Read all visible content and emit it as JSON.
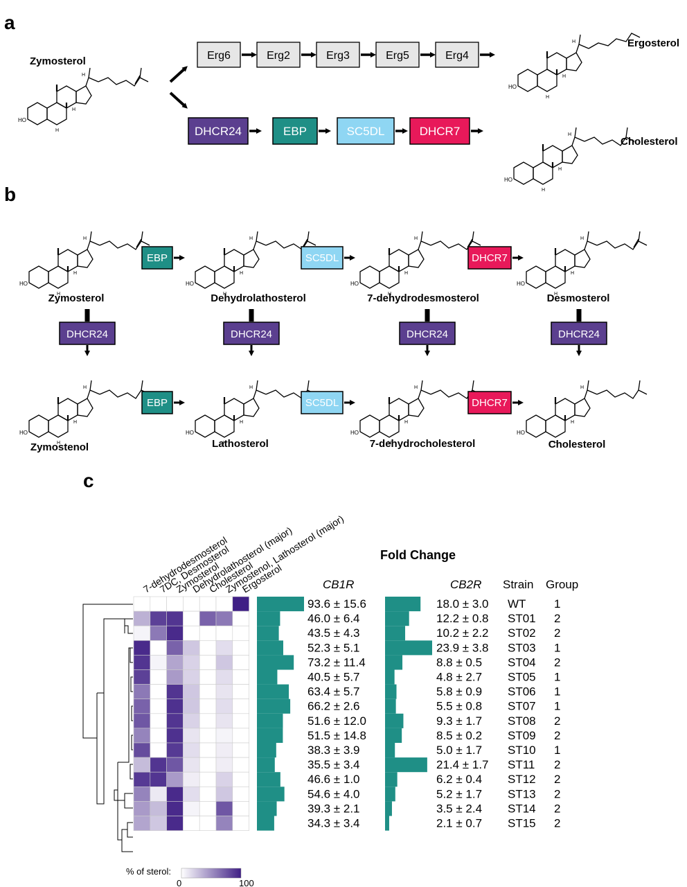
{
  "panel_a": {
    "letter": "a",
    "start": "Zymosterol",
    "yeast_enzymes": [
      "Erg6",
      "Erg2",
      "Erg3",
      "Erg5",
      "Erg4"
    ],
    "yeast_product": "Ergosterol",
    "human_enzymes": [
      "DHCR24",
      "EBP",
      "SC5DL",
      "DHCR7"
    ],
    "human_product": "Cholesterol"
  },
  "panel_b": {
    "letter": "b",
    "top_row": [
      "Zymosterol",
      "Dehydrolathosterol",
      "7-dehydrodesmosterol",
      "Desmosterol"
    ],
    "bottom_row": [
      "Zymostenol",
      "Lathosterol",
      "7-dehydrocholesterol",
      "Cholesterol"
    ],
    "row_enzymes": [
      "EBP",
      "SC5DL",
      "DHCR7"
    ],
    "column_enzyme": "DHCR24"
  },
  "enzyme_colors": {
    "DHCR24": "#5b3f8f",
    "EBP": "#1f8f86",
    "SC5DL": "#8fd6f3",
    "DHCR7": "#e8195a",
    "yeast": "#e6e6e6"
  },
  "panel_c": {
    "letter": "c",
    "column_labels": [
      "7-dehydrodesmosterol",
      "7DC, Desmosterol",
      "Zymosterol",
      "Dehydrolathosterol (major)",
      "Cholesterol",
      "Zymostenol, Lathosterol (major)",
      "Ergosterol"
    ],
    "fold_change_title": "Fold Change",
    "cb1r_header": "CB1R",
    "cb2r_header": "CB2R",
    "strain_header": "Strain",
    "group_header": "Group",
    "legend_title": "% of sterol:",
    "legend_min": "0",
    "legend_max": "100",
    "bar_color": "#1f8f86",
    "heat_low": "#ffffff",
    "heat_high": "#3f1f85"
  },
  "chart_data": {
    "type": "heatmap",
    "xlabel": "",
    "ylabel": "",
    "columns": [
      "7-dehydrodesmosterol",
      "7DC, Desmosterol",
      "Zymosterol",
      "Dehydrolathosterol (major)",
      "Cholesterol",
      "Zymostenol, Lathosterol (major)",
      "Ergosterol"
    ],
    "scale_range": [
      0,
      100
    ],
    "rows": [
      {
        "strain": "WT",
        "group": "1",
        "cb1r": "93.6 ± 15.6",
        "cb2r": "18.0 ± 3.0",
        "cb1r_mean": 93.6,
        "cb2r_mean": 18.0,
        "values": [
          0,
          0,
          0,
          0,
          0,
          0,
          100
        ]
      },
      {
        "strain": "ST01",
        "group": "2",
        "cb1r": "46.0 ± 6.4",
        "cb2r": "12.2 ± 0.8",
        "cb1r_mean": 46.0,
        "cb2r_mean": 12.2,
        "values": [
          35,
          85,
          90,
          0,
          70,
          60,
          0
        ]
      },
      {
        "strain": "ST02",
        "group": "2",
        "cb1r": "43.5 ± 4.3",
        "cb2r": "10.2 ± 2.2",
        "cb1r_mean": 43.5,
        "cb2r_mean": 10.2,
        "values": [
          5,
          60,
          95,
          0,
          0,
          0,
          0
        ]
      },
      {
        "strain": "ST03",
        "group": "1",
        "cb1r": "52.3 ± 5.1",
        "cb2r": "23.9 ± 3.8",
        "cb1r_mean": 52.3,
        "cb2r_mean": 23.9,
        "values": [
          95,
          0,
          70,
          25,
          0,
          15,
          0
        ]
      },
      {
        "strain": "ST04",
        "group": "2",
        "cb1r": "73.2 ± 11.4",
        "cb2r": "8.8 ± 0.5",
        "cb1r_mean": 73.2,
        "cb2r_mean": 8.8,
        "values": [
          90,
          5,
          40,
          20,
          0,
          25,
          0
        ]
      },
      {
        "strain": "ST05",
        "group": "1",
        "cb1r": "40.5 ± 5.7",
        "cb2r": "4.8 ± 2.7",
        "cb1r_mean": 40.5,
        "cb2r_mean": 4.8,
        "values": [
          85,
          0,
          45,
          20,
          0,
          15,
          0
        ]
      },
      {
        "strain": "ST06",
        "group": "1",
        "cb1r": "63.4 ± 5.7",
        "cb2r": "5.8 ± 0.9",
        "cb1r_mean": 63.4,
        "cb2r_mean": 5.8,
        "values": [
          60,
          0,
          90,
          25,
          0,
          12,
          0
        ]
      },
      {
        "strain": "ST07",
        "group": "1",
        "cb1r": "66.2 ± 2.6",
        "cb2r": "5.5 ± 0.8",
        "cb1r_mean": 66.2,
        "cb2r_mean": 5.5,
        "values": [
          70,
          0,
          92,
          25,
          0,
          15,
          0
        ]
      },
      {
        "strain": "ST08",
        "group": "2",
        "cb1r": "51.6 ± 12.0",
        "cb2r": "9.3 ± 1.7",
        "cb1r_mean": 51.6,
        "cb2r_mean": 9.3,
        "values": [
          75,
          0,
          90,
          20,
          0,
          12,
          0
        ]
      },
      {
        "strain": "ST09",
        "group": "2",
        "cb1r": "51.5 ± 14.8",
        "cb2r": "8.5 ± 0.2",
        "cb1r_mean": 51.5,
        "cb2r_mean": 8.5,
        "values": [
          55,
          0,
          92,
          12,
          0,
          5,
          0
        ]
      },
      {
        "strain": "ST10",
        "group": "1",
        "cb1r": "38.3 ± 3.9",
        "cb2r": "5.0 ± 1.7",
        "cb1r_mean": 38.3,
        "cb2r_mean": 5.0,
        "values": [
          80,
          0,
          88,
          15,
          0,
          8,
          0
        ]
      },
      {
        "strain": "ST11",
        "group": "2",
        "cb1r": "35.5 ± 3.4",
        "cb2r": "21.4 ± 1.7",
        "cb1r_mean": 35.5,
        "cb2r_mean": 21.4,
        "values": [
          30,
          90,
          75,
          12,
          0,
          8,
          0
        ]
      },
      {
        "strain": "ST12",
        "group": "2",
        "cb1r": "46.6 ± 1.0",
        "cb2r": "6.2 ± 0.4",
        "cb1r_mean": 46.6,
        "cb2r_mean": 6.2,
        "values": [
          88,
          90,
          45,
          8,
          0,
          20,
          0
        ]
      },
      {
        "strain": "ST13",
        "group": "2",
        "cb1r": "54.6 ± 4.0",
        "cb2r": "5.2 ± 1.7",
        "cb1r_mean": 54.6,
        "cb2r_mean": 5.2,
        "values": [
          55,
          10,
          95,
          15,
          0,
          25,
          0
        ]
      },
      {
        "strain": "ST14",
        "group": "2",
        "cb1r": "39.3 ± 2.1",
        "cb2r": "3.5 ± 2.4",
        "cb1r_mean": 39.3,
        "cb2r_mean": 3.5,
        "values": [
          45,
          30,
          95,
          5,
          0,
          75,
          0
        ]
      },
      {
        "strain": "ST15",
        "group": "2",
        "cb1r": "34.3 ± 3.4",
        "cb2r": "2.1 ± 0.7",
        "cb1r_mean": 34.3,
        "cb2r_mean": 2.1,
        "values": [
          40,
          25,
          95,
          0,
          0,
          55,
          0
        ]
      }
    ]
  }
}
